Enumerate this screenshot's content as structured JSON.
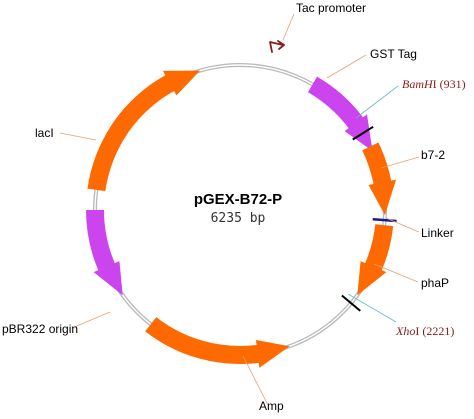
{
  "plasmid": {
    "name": "pGEX-B72-P",
    "size": "6235 bp"
  },
  "colors": {
    "backbone": "#b0b0b0",
    "orange_feature": "#ff6a00",
    "purple_feature": "#cc44ee",
    "promoter": "#8b1a1a",
    "cut_mark": "#000000",
    "linker_mark": "#1a1a8b",
    "site_text": "#8b1a1a"
  },
  "features": [
    {
      "label": "Tac promoter",
      "type": "promoter"
    },
    {
      "label": "GST Tag",
      "type": "purple"
    },
    {
      "label": "b7-2",
      "type": "orange"
    },
    {
      "label": "Linker",
      "type": "marker"
    },
    {
      "label": "phaP",
      "type": "orange"
    },
    {
      "label": "Amp",
      "type": "orange"
    },
    {
      "label": "pBR322 origin",
      "type": "purple"
    },
    {
      "label": "lacI",
      "type": "orange"
    }
  ],
  "sites": [
    {
      "enzyme": "BamH",
      "suffix": "I",
      "position": "(931)"
    },
    {
      "enzyme": "Xho",
      "suffix": "I",
      "position": "(2221)"
    }
  ]
}
